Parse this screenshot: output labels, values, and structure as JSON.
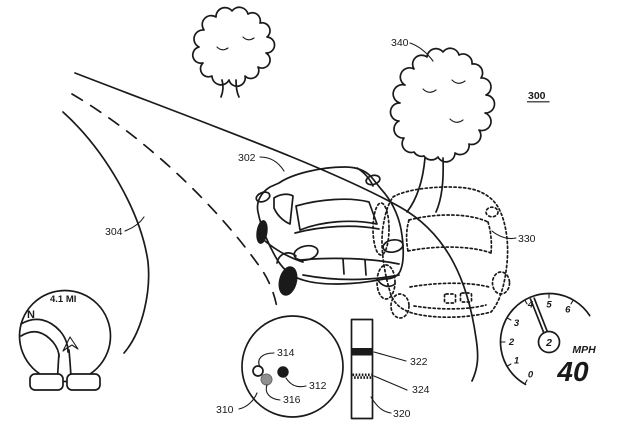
{
  "figure": {
    "id_label": "300"
  },
  "callouts": {
    "vehicle": "302",
    "road": "304",
    "nav_display": "310",
    "black_dot": "312",
    "white_dot": "314",
    "gray_dot": "316",
    "progress_bar": "320",
    "black_band": "322",
    "stippled_band": "324",
    "phantom_vehicle": "330",
    "tree": "340"
  },
  "nav_display": {
    "distance": "4.1 MI",
    "compass": "N"
  },
  "speedometer": {
    "tick_labels": [
      "0",
      "1",
      "2",
      "3",
      "4",
      "5",
      "6"
    ],
    "center_value": "2",
    "unit": "MPH",
    "speed": "40"
  },
  "colors": {
    "ink": "#1a1a1a",
    "paper": "#ffffff",
    "gray_dot_fill": "#909090"
  }
}
